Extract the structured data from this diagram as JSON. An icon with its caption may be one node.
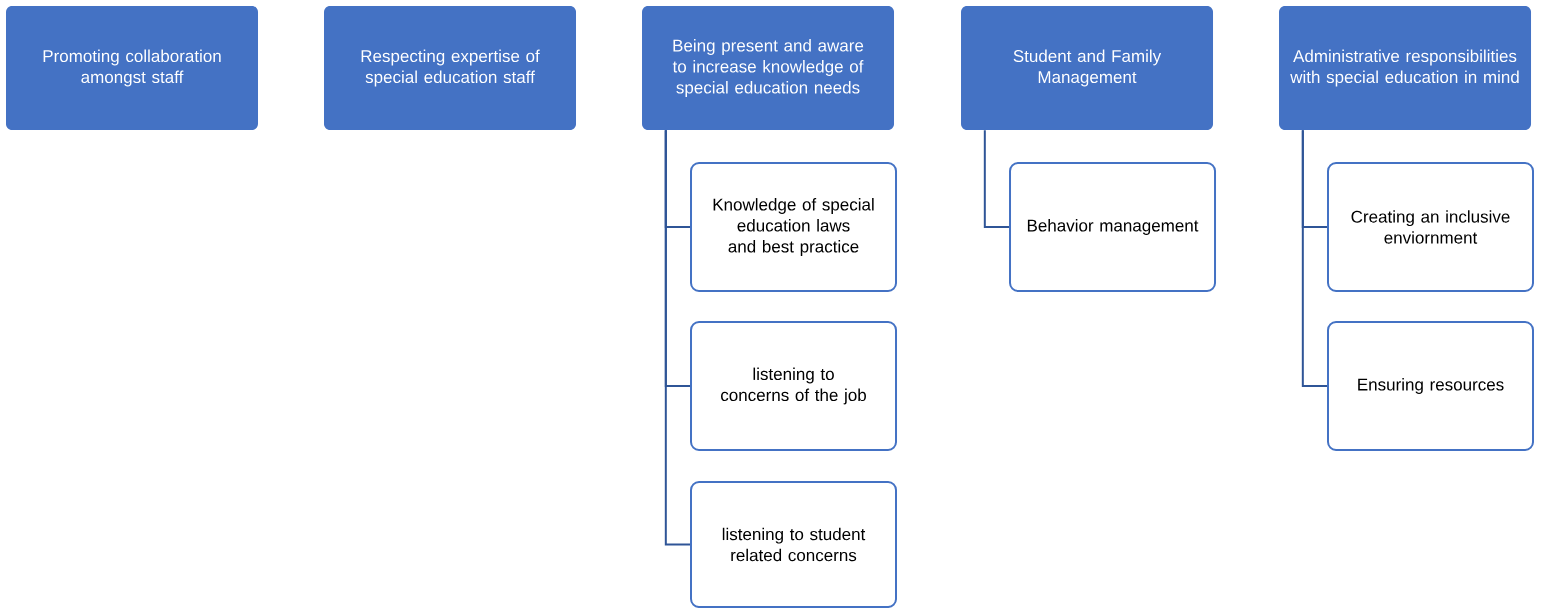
{
  "diagram": {
    "nodes": [
      {
        "text": [
          "Promoting collaboration amongst staff"
        ]
      },
      {
        "text": [
          "Respecting expertise of special education staff"
        ]
      },
      {
        "text": [
          "Being present and aware to increase knowledge of special education needs"
        ]
      },
      {
        "text": [
          "Knowledge of special education laws and best practice"
        ]
      },
      {
        "text": [
          "listening to concerns of the job"
        ]
      },
      {
        "text": [
          "listening to student related concerns"
        ]
      },
      {
        "text": [
          "Student and Family Management"
        ]
      },
      {
        "text": [
          "Behavior management"
        ]
      },
      {
        "text": [
          "Administrative responsibilities with special education in mind"
        ]
      },
      {
        "text": [
          "Creating an inclusive enviornment"
        ]
      },
      {
        "text": [
          "Ensuring resources"
        ]
      }
    ],
    "edges": [
      {
        "from": 2,
        "to": 3,
        "arrow": "none"
      },
      {
        "from": 2,
        "to": 4,
        "arrow": "none"
      },
      {
        "from": 2,
        "to": 5,
        "arrow": "none"
      },
      {
        "from": 6,
        "to": 7,
        "arrow": "none"
      },
      {
        "from": 8,
        "to": 9,
        "arrow": "none"
      },
      {
        "from": 8,
        "to": 10,
        "arrow": "none"
      }
    ]
  }
}
